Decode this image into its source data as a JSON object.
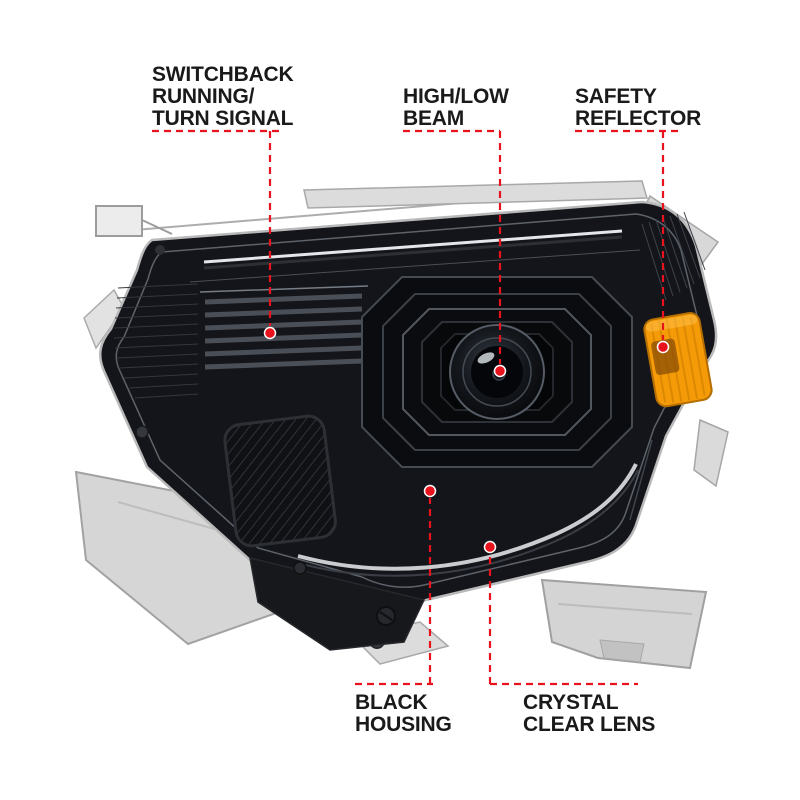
{
  "colors": {
    "accent_red": "#e8131d",
    "label_text": "#1a1a1a",
    "reflector_amber": "#f49b07",
    "housing_black": "#14151a",
    "panel_gray": "#d7d7d7",
    "background": "#ffffff"
  },
  "callouts": {
    "switchback": {
      "line1": "SWITCHBACK",
      "line2": "RUNNING/",
      "line3": "TURN SIGNAL"
    },
    "high_low_beam": {
      "line1": "HIGH/LOW",
      "line2": "BEAM"
    },
    "safety_reflector": {
      "line1": "SAFETY",
      "line2": "REFLECTOR"
    },
    "black_housing": {
      "line1": "BLACK",
      "line2": "HOUSING"
    },
    "crystal_clear_lens": {
      "line1": "CRYSTAL",
      "line2": "CLEAR LENS"
    }
  }
}
